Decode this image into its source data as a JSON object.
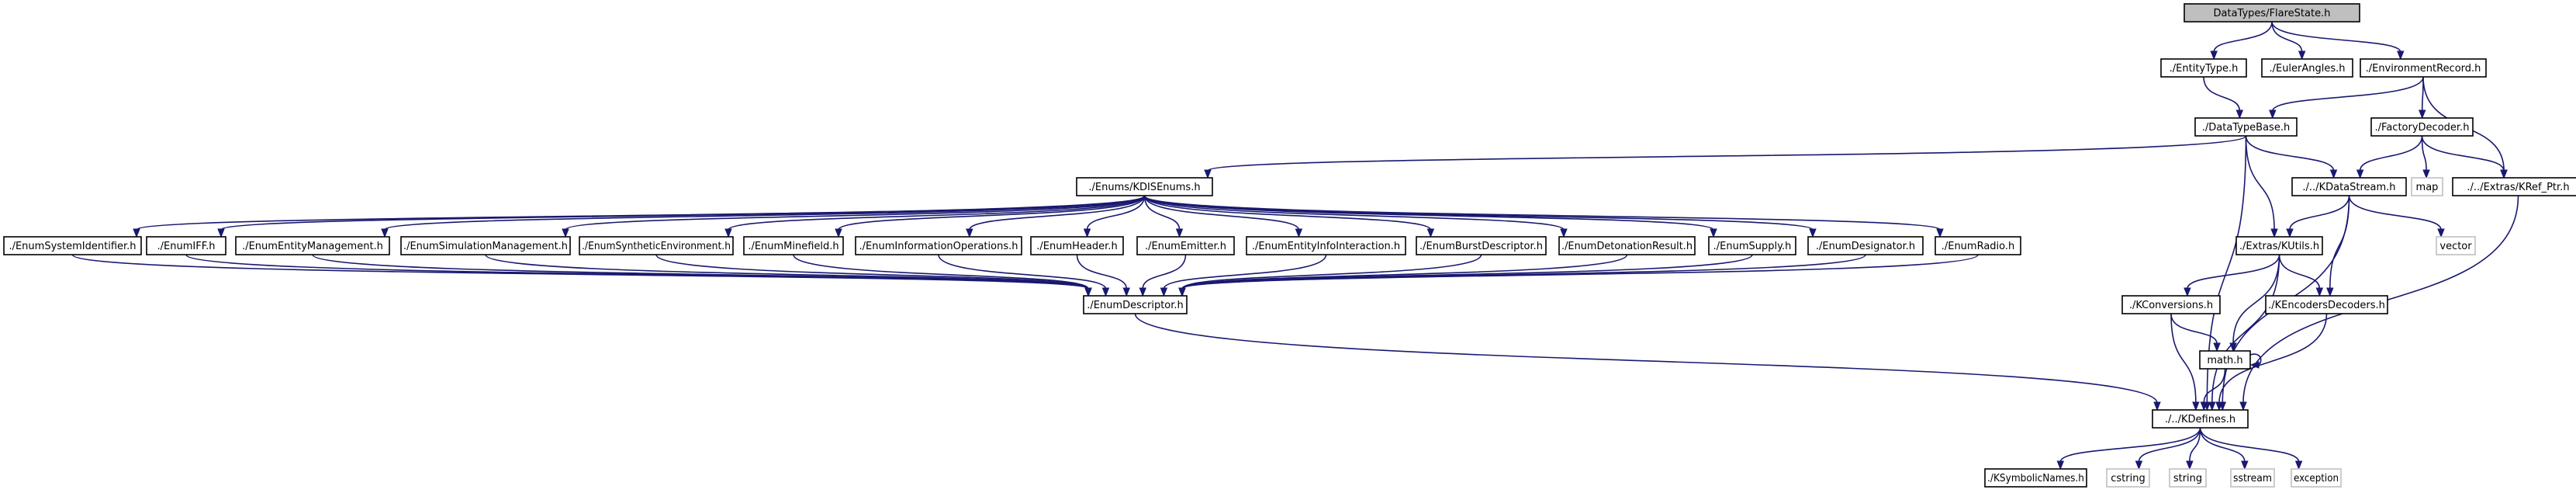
{
  "diagram": {
    "type": "include-dependency-graph",
    "colors": {
      "edge": "#191970",
      "root_fill": "#bfbfbf",
      "node_border": "#000000",
      "external_border": "#bfbfbf"
    },
    "nodes": [
      {
        "id": "root",
        "label": "DataTypes/FlareState.h",
        "kind": "root"
      },
      {
        "id": "entitytype",
        "label": "./EntityType.h",
        "kind": "file"
      },
      {
        "id": "eulerangles",
        "label": "./EulerAngles.h",
        "kind": "file"
      },
      {
        "id": "envrecord",
        "label": "./EnvironmentRecord.h",
        "kind": "file"
      },
      {
        "id": "datatypebase",
        "label": "./DataTypeBase.h",
        "kind": "file"
      },
      {
        "id": "factorydecoder",
        "label": "./FactoryDecoder.h",
        "kind": "file"
      },
      {
        "id": "kdisenums",
        "label": "./Enums/KDISEnums.h",
        "kind": "file"
      },
      {
        "id": "kdatastream",
        "label": "./../KDataStream.h",
        "kind": "file"
      },
      {
        "id": "map",
        "label": "map",
        "kind": "external"
      },
      {
        "id": "krefptr",
        "label": "./../Extras/KRef_Ptr.h",
        "kind": "file"
      },
      {
        "id": "e_sysid",
        "label": "./EnumSystemIdentifier.h",
        "kind": "file"
      },
      {
        "id": "e_iff",
        "label": "./EnumIFF.h",
        "kind": "file"
      },
      {
        "id": "e_entmgmt",
        "label": "./EnumEntityManagement.h",
        "kind": "file"
      },
      {
        "id": "e_simmgmt",
        "label": "./EnumSimulationManagement.h",
        "kind": "file"
      },
      {
        "id": "e_synenv",
        "label": "./EnumSyntheticEnvironment.h",
        "kind": "file"
      },
      {
        "id": "e_mine",
        "label": "./EnumMinefield.h",
        "kind": "file"
      },
      {
        "id": "e_infoops",
        "label": "./EnumInformationOperations.h",
        "kind": "file"
      },
      {
        "id": "e_header",
        "label": "./EnumHeader.h",
        "kind": "file"
      },
      {
        "id": "e_emitter",
        "label": "./EnumEmitter.h",
        "kind": "file"
      },
      {
        "id": "e_entinfo",
        "label": "./EnumEntityInfoInteraction.h",
        "kind": "file"
      },
      {
        "id": "e_burst",
        "label": "./EnumBurstDescriptor.h",
        "kind": "file"
      },
      {
        "id": "e_deton",
        "label": "./EnumDetonationResult.h",
        "kind": "file"
      },
      {
        "id": "e_supply",
        "label": "./EnumSupply.h",
        "kind": "file"
      },
      {
        "id": "e_design",
        "label": "./EnumDesignator.h",
        "kind": "file"
      },
      {
        "id": "e_radio",
        "label": "./EnumRadio.h",
        "kind": "file"
      },
      {
        "id": "kutils",
        "label": "./Extras/KUtils.h",
        "kind": "file"
      },
      {
        "id": "vector",
        "label": "vector",
        "kind": "external"
      },
      {
        "id": "enumdesc",
        "label": "./EnumDescriptor.h",
        "kind": "file"
      },
      {
        "id": "kconv",
        "label": "./KConversions.h",
        "kind": "file"
      },
      {
        "id": "kencdec",
        "label": "./KEncodersDecoders.h",
        "kind": "file"
      },
      {
        "id": "math",
        "label": "math.h",
        "kind": "file"
      },
      {
        "id": "kdefines",
        "label": "./../KDefines.h",
        "kind": "file"
      },
      {
        "id": "ksymbolic",
        "label": "./KSymbolicNames.h",
        "kind": "file"
      },
      {
        "id": "cstring",
        "label": "cstring",
        "kind": "external"
      },
      {
        "id": "string",
        "label": "string",
        "kind": "external"
      },
      {
        "id": "sstream",
        "label": "sstream",
        "kind": "external"
      },
      {
        "id": "exception",
        "label": "exception",
        "kind": "external"
      }
    ],
    "edges": [
      [
        "root",
        "entitytype"
      ],
      [
        "root",
        "eulerangles"
      ],
      [
        "root",
        "envrecord"
      ],
      [
        "entitytype",
        "datatypebase"
      ],
      [
        "envrecord",
        "datatypebase"
      ],
      [
        "envrecord",
        "factorydecoder"
      ],
      [
        "envrecord",
        "krefptr"
      ],
      [
        "datatypebase",
        "kdisenums"
      ],
      [
        "datatypebase",
        "kdatastream"
      ],
      [
        "datatypebase",
        "kutils"
      ],
      [
        "datatypebase",
        "kdefines"
      ],
      [
        "factorydecoder",
        "kdatastream"
      ],
      [
        "factorydecoder",
        "map"
      ],
      [
        "factorydecoder",
        "krefptr"
      ],
      [
        "kdisenums",
        "e_sysid"
      ],
      [
        "kdisenums",
        "e_iff"
      ],
      [
        "kdisenums",
        "e_entmgmt"
      ],
      [
        "kdisenums",
        "e_simmgmt"
      ],
      [
        "kdisenums",
        "e_synenv"
      ],
      [
        "kdisenums",
        "e_mine"
      ],
      [
        "kdisenums",
        "e_infoops"
      ],
      [
        "kdisenums",
        "e_header"
      ],
      [
        "kdisenums",
        "e_emitter"
      ],
      [
        "kdisenums",
        "e_entinfo"
      ],
      [
        "kdisenums",
        "e_burst"
      ],
      [
        "kdisenums",
        "e_deton"
      ],
      [
        "kdisenums",
        "e_supply"
      ],
      [
        "kdisenums",
        "e_design"
      ],
      [
        "kdisenums",
        "e_radio"
      ],
      [
        "e_sysid",
        "enumdesc"
      ],
      [
        "e_iff",
        "enumdesc"
      ],
      [
        "e_entmgmt",
        "enumdesc"
      ],
      [
        "e_simmgmt",
        "enumdesc"
      ],
      [
        "e_synenv",
        "enumdesc"
      ],
      [
        "e_mine",
        "enumdesc"
      ],
      [
        "e_infoops",
        "enumdesc"
      ],
      [
        "e_header",
        "enumdesc"
      ],
      [
        "e_emitter",
        "enumdesc"
      ],
      [
        "e_entinfo",
        "enumdesc"
      ],
      [
        "e_burst",
        "enumdesc"
      ],
      [
        "e_deton",
        "enumdesc"
      ],
      [
        "e_supply",
        "enumdesc"
      ],
      [
        "e_design",
        "enumdesc"
      ],
      [
        "e_radio",
        "enumdesc"
      ],
      [
        "enumdesc",
        "kdefines"
      ],
      [
        "kdatastream",
        "kutils"
      ],
      [
        "kdatastream",
        "kencdec"
      ],
      [
        "kdatastream",
        "vector"
      ],
      [
        "kdatastream",
        "kdefines"
      ],
      [
        "krefptr",
        "kdefines"
      ],
      [
        "kutils",
        "kconv"
      ],
      [
        "kutils",
        "math"
      ],
      [
        "kutils",
        "kencdec"
      ],
      [
        "kutils",
        "kdefines"
      ],
      [
        "kconv",
        "math"
      ],
      [
        "kconv",
        "kdefines"
      ],
      [
        "math",
        "math"
      ],
      [
        "math",
        "kdefines"
      ],
      [
        "kencdec",
        "kdefines"
      ],
      [
        "kdefines",
        "ksymbolic"
      ],
      [
        "kdefines",
        "cstring"
      ],
      [
        "kdefines",
        "string"
      ],
      [
        "kdefines",
        "sstream"
      ],
      [
        "kdefines",
        "exception"
      ]
    ]
  }
}
